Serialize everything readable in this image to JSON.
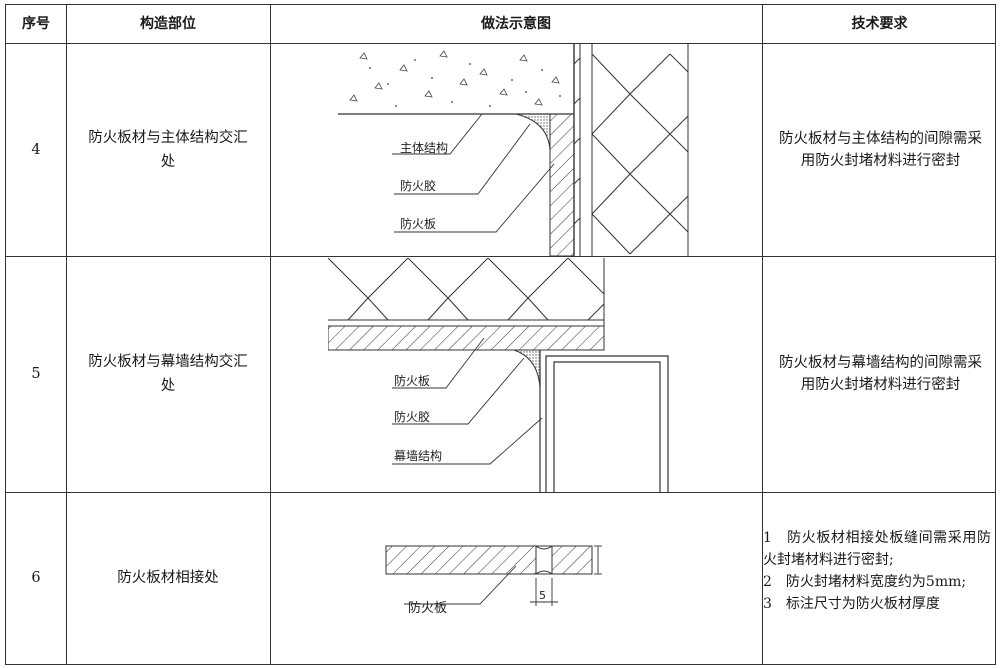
{
  "headers": {
    "no": "序号",
    "part": "构造部位",
    "diagram": "做法示意图",
    "req": "技术要求"
  },
  "rows": [
    {
      "no": "4",
      "part": "防火板材与主体结构交汇处",
      "labels": [
        "主体结构",
        "防火胶",
        "防火板"
      ],
      "req": "防火板材与主体结构的间隙需采用防火封堵材料进行密封"
    },
    {
      "no": "5",
      "part": "防火板材与幕墙结构交汇处",
      "labels": [
        "防火板",
        "防火胶",
        "幕墙结构"
      ],
      "req": "防火板材与幕墙结构的间隙需采用防火封堵材料进行密封"
    },
    {
      "no": "6",
      "part": "防火板材相接处",
      "labels": [
        "防火板"
      ],
      "dimension": "5",
      "req_items": [
        "1　防火板材相接处板缝间需采用防火封堵材料进行密封;",
        "2　防火封堵材料宽度约为5mm;",
        "3　标注尺寸为防火板材厚度"
      ]
    }
  ]
}
